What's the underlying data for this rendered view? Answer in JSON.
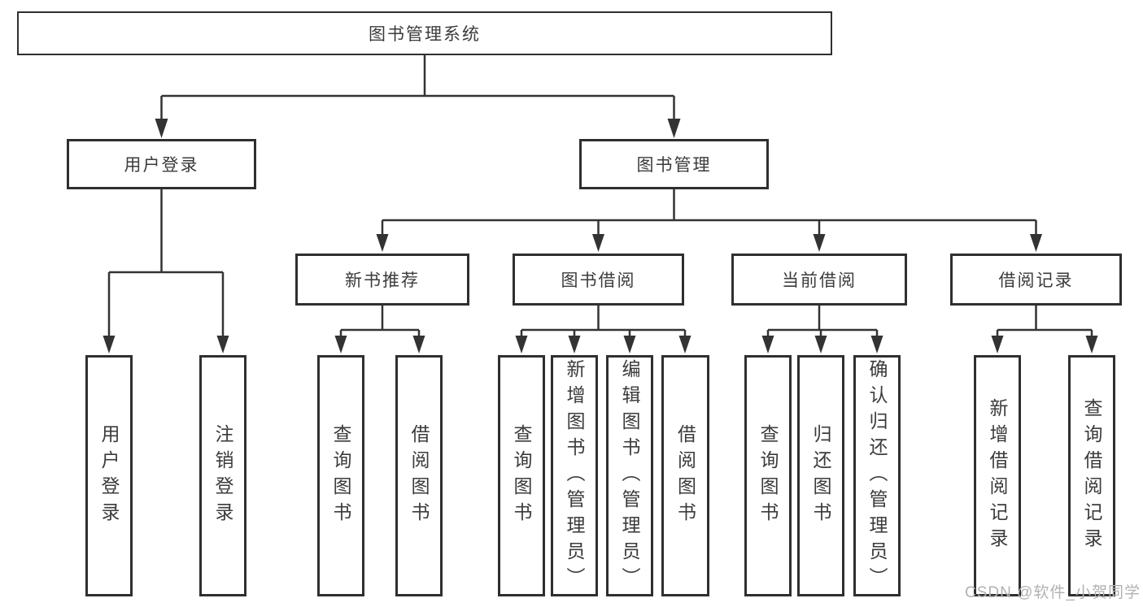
{
  "diagram": {
    "type": "hierarchy-diagram",
    "root": {
      "label": "图书管理系统",
      "children": [
        {
          "label": "用户登录",
          "children": [
            {
              "label": "用户登录"
            },
            {
              "label": "注销登录"
            }
          ]
        },
        {
          "label": "图书管理",
          "children": [
            {
              "label": "新书推荐",
              "children": [
                {
                  "label": "查询图书"
                },
                {
                  "label": "借阅图书"
                }
              ]
            },
            {
              "label": "图书借阅",
              "children": [
                {
                  "label": "查询图书"
                },
                {
                  "label": "新增图书（管理员）"
                },
                {
                  "label": "编辑图书（管理员）"
                },
                {
                  "label": "借阅图书"
                }
              ]
            },
            {
              "label": "当前借阅",
              "children": [
                {
                  "label": "查询图书"
                },
                {
                  "label": "归还图书"
                },
                {
                  "label": "确认归还（管理员）"
                }
              ]
            },
            {
              "label": "借阅记录",
              "children": [
                {
                  "label": "新增借阅记录"
                },
                {
                  "label": "查询借阅记录"
                }
              ]
            }
          ]
        }
      ]
    }
  },
  "watermark": {
    "text": "CSDN @软件_小贺同学"
  },
  "colors": {
    "line": "#333333",
    "box_border": "#2f2f2f",
    "text": "#3b3b3b",
    "watermark": "#b6b0b0",
    "background": "#ffffff"
  }
}
